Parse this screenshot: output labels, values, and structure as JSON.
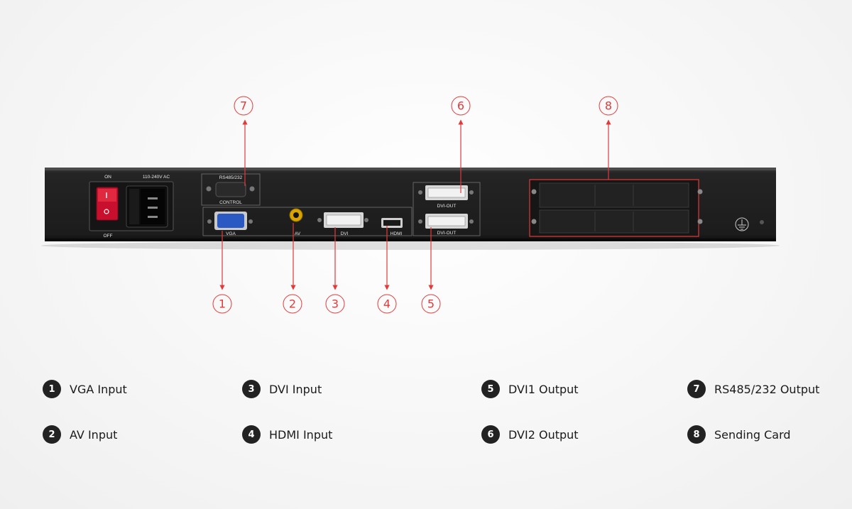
{
  "device": {
    "switch_on_label": "ON",
    "switch_off_label": "OFF",
    "power_label": "110-240V AC",
    "rs_label": "RS485/232",
    "control_label": "CONTROL",
    "vga_label": "VGA",
    "av_label": "AV",
    "dvi_label": "DVI",
    "hdmi_label": "HDMI",
    "dvi_out_top_label": "DVI-OUT",
    "dvi_out_bottom_label": "DVI-OUT"
  },
  "callouts": [
    "1",
    "2",
    "3",
    "4",
    "5",
    "6",
    "7",
    "8"
  ],
  "legend": [
    {
      "num": "1",
      "label": "VGA Input"
    },
    {
      "num": "2",
      "label": "AV Input"
    },
    {
      "num": "3",
      "label": "DVI Input"
    },
    {
      "num": "4",
      "label": "HDMI Input"
    },
    {
      "num": "5",
      "label": "DVI1 Output"
    },
    {
      "num": "6",
      "label": "DVI2 Output"
    },
    {
      "num": "7",
      "label": "RS485/232 Output"
    },
    {
      "num": "8",
      "label": "Sending Card"
    }
  ],
  "colors": {
    "accent": "#e23a3a",
    "chassis": "#1e1e1e",
    "badge": "#222222",
    "vga_port": "#2b59c3",
    "switch": "#c8102e"
  }
}
